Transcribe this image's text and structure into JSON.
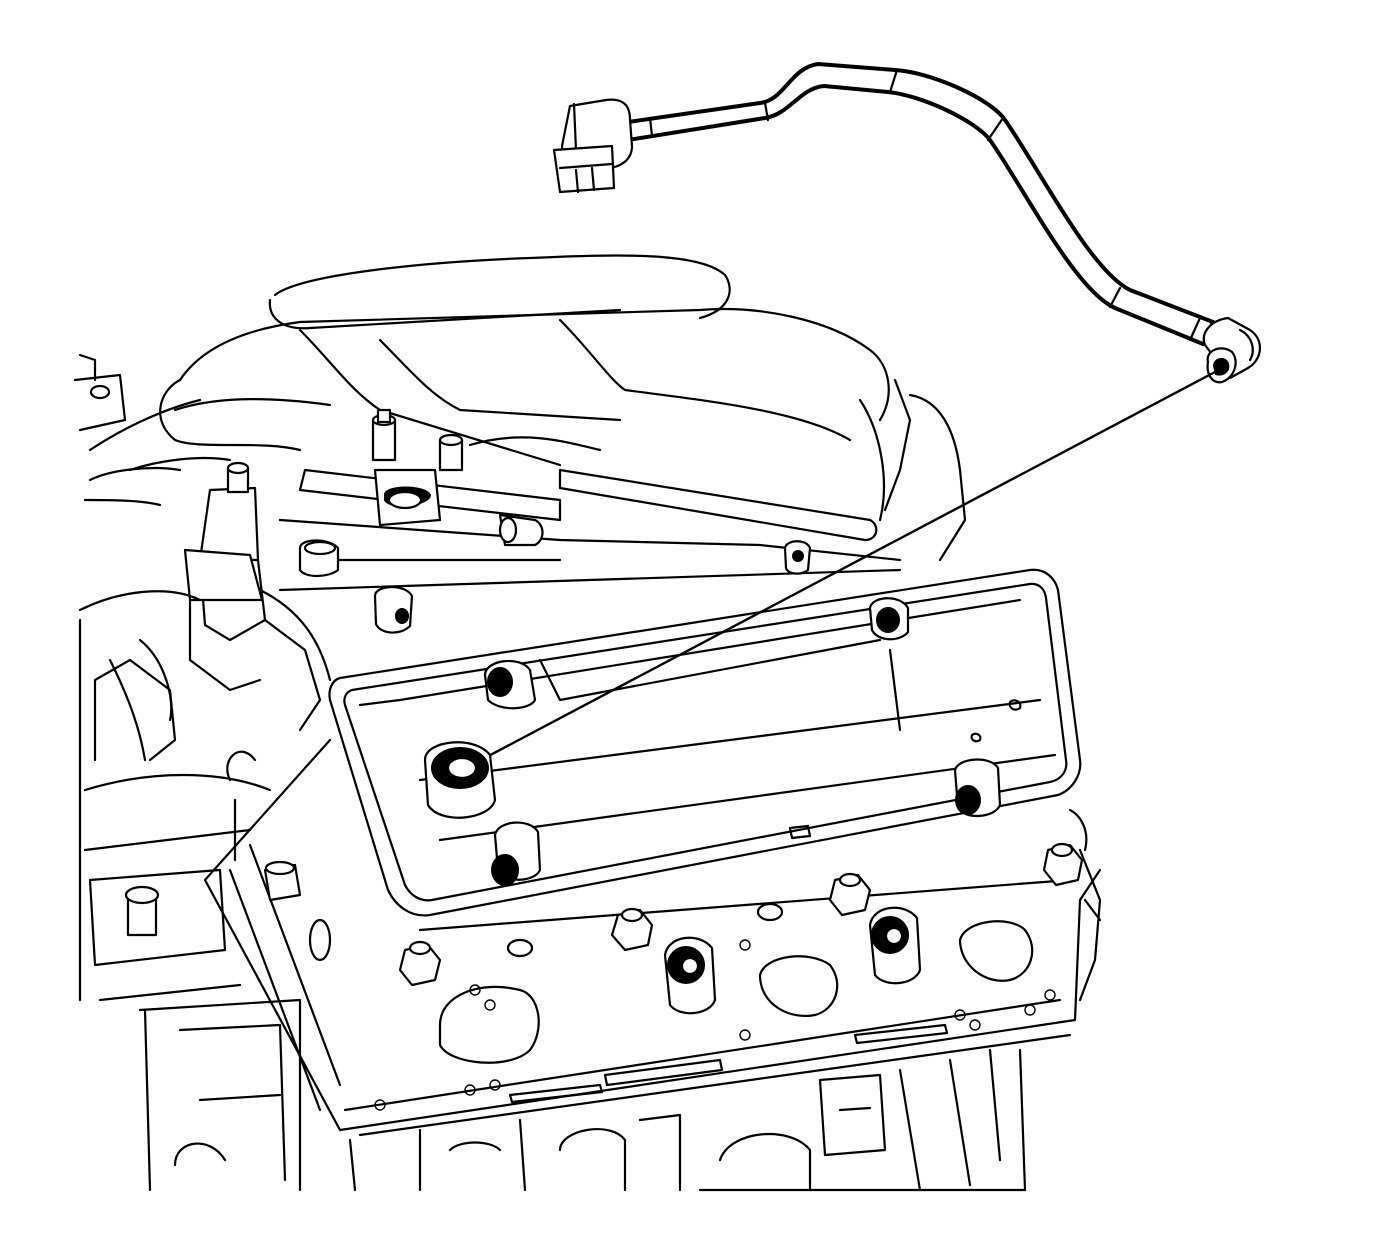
{
  "figure": {
    "description_visible_text": "",
    "background": "#ffffff",
    "line_color": "#000000"
  },
  "components": {
    "hose": "pcv-hose",
    "hose_connector_left": "hose-elbow-connector",
    "hose_connector_right": "hose-end-connector",
    "engine": "engine-assembly",
    "intake_manifold": "intake-manifold",
    "valve_cover": "valve-rocker-arm-cover",
    "cylinder_head": "cylinder-head",
    "leader_line": "leader-line"
  }
}
